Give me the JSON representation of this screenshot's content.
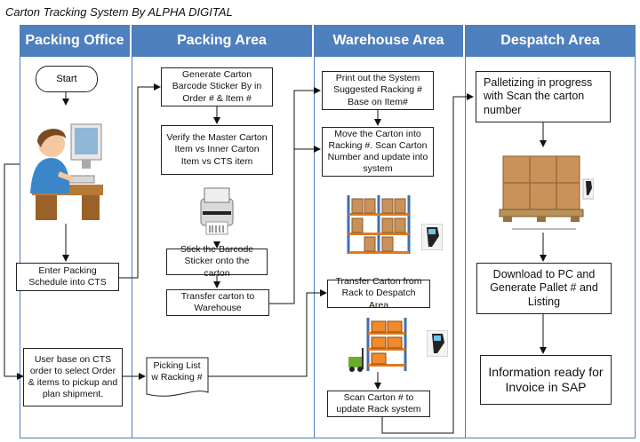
{
  "title": "Carton Tracking System By ALPHA DIGITAL",
  "lanes": [
    "Packing Office",
    "Packing Area",
    "Warehouse Area",
    "Despatch Area"
  ],
  "nodes": {
    "start": "Start",
    "enter_schedule": "Enter Packing Schedule into CTS",
    "user_base": "User base on CTS order to select Order & items to pickup and plan shipment.",
    "picking_list": "Picking List w Racking #",
    "generate_carton": "Generate Carton Barcode Sticker By in Order # & Item #",
    "verify_master": "Verify the Master Carton Item vs Inner Carton Item vs CTS item",
    "stick_barcode": "Stick the Barcode Sticker onto the carton",
    "transfer_warehouse": "Transfer carton to Warehouse",
    "print_system": "Print out the System Suggested Racking # Base on Item#",
    "move_carton": "Move the Carton into Racking #. Scan Carton Number and update into system",
    "transfer_despatch": "Transfer Carton from Rack to Despatch Area",
    "scan_carton": "Scan Carton # to update Rack system",
    "palletizing": "Palletizing in progress with Scan the carton number",
    "download_pc": "Download to PC and Generate Pallet # and Listing",
    "info_ready": "Information ready for Invoice in SAP"
  },
  "colors": {
    "lane_header": "#4e7fbf",
    "carton": "#c8925a",
    "rack": "#3f6fb0",
    "shelf": "#e07a1f"
  },
  "icons": [
    "person-at-computer",
    "barcode-printer",
    "warehouse-racking",
    "handheld-scanner",
    "pallet-of-cartons",
    "forklift-rack"
  ]
}
